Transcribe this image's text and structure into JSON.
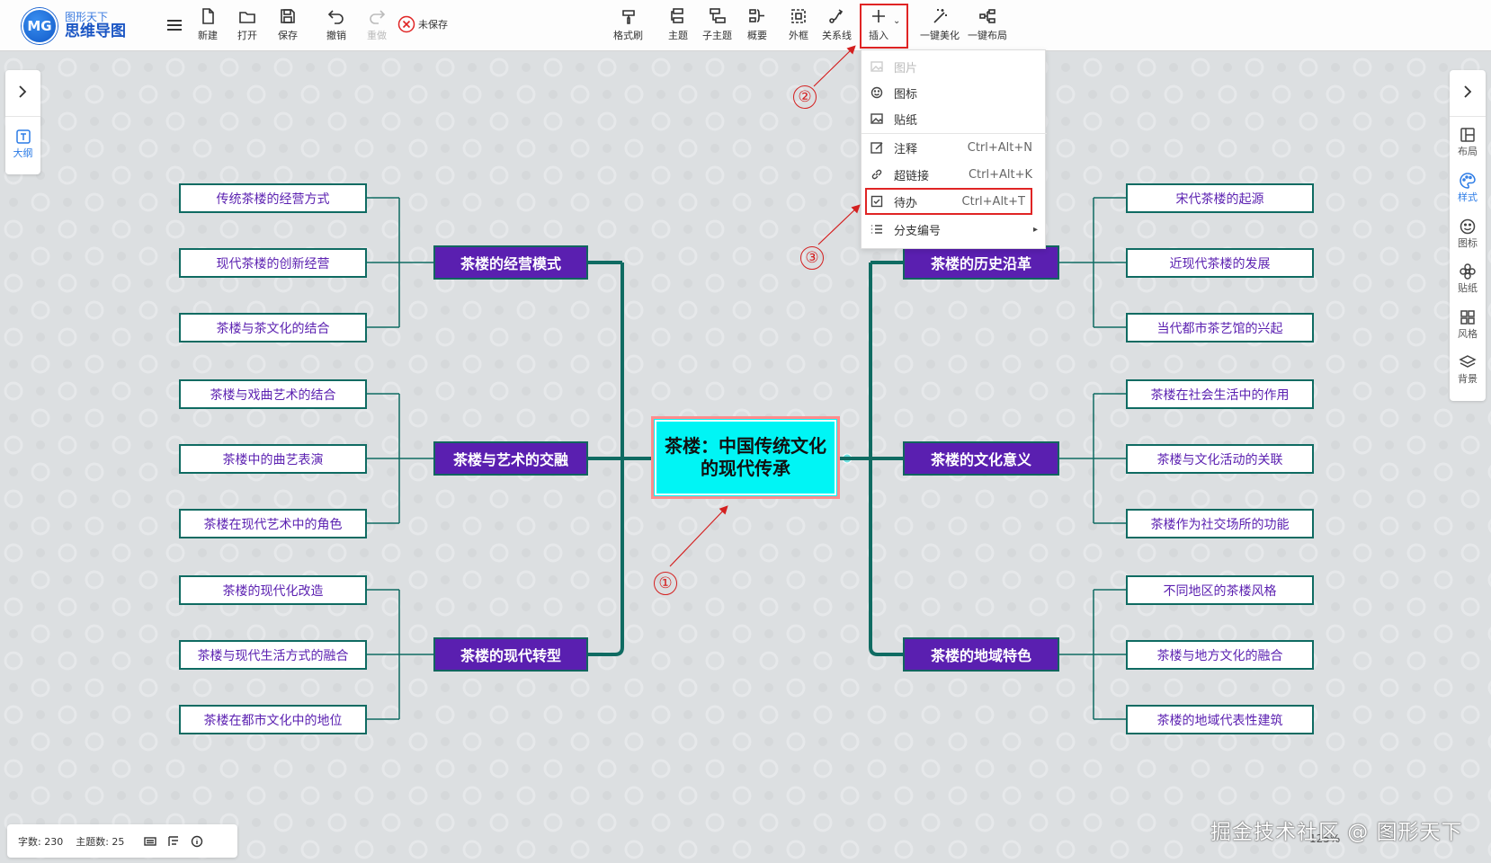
{
  "app": {
    "logo_sub": "图形天下",
    "logo_main": "思维导图",
    "logo_mark": "MG",
    "unsaved": "未保存"
  },
  "toolbar": {
    "new": "新建",
    "open": "打开",
    "save": "保存",
    "undo": "撤销",
    "redo": "重做",
    "format_brush": "格式刷",
    "topic": "主题",
    "subtopic": "子主题",
    "summary": "概要",
    "boundary": "外框",
    "relation": "关系线",
    "insert": "插入",
    "beautify": "一键美化",
    "layout": "一键布局"
  },
  "insert_menu": {
    "items": [
      {
        "label": "图片",
        "shortcut": ""
      },
      {
        "label": "图标",
        "shortcut": ""
      },
      {
        "label": "贴纸",
        "shortcut": ""
      },
      {
        "label": "注释",
        "shortcut": "Ctrl+Alt+N"
      },
      {
        "label": "超链接",
        "shortcut": "Ctrl+Alt+K"
      },
      {
        "label": "待办",
        "shortcut": "Ctrl+Alt+T"
      },
      {
        "label": "分支编号",
        "shortcut": ""
      }
    ]
  },
  "left_panel": {
    "outline": "大纲"
  },
  "right_panel": {
    "items": [
      "布局",
      "样式",
      "图标",
      "贴纸",
      "风格",
      "背景"
    ]
  },
  "mindmap": {
    "root": "茶楼：中国传统文化的现代传承",
    "left": [
      {
        "title": "茶楼的经营模式",
        "children": [
          "传统茶楼的经营方式",
          "现代茶楼的创新经营",
          "茶楼与茶文化的结合"
        ]
      },
      {
        "title": "茶楼与艺术的交融",
        "children": [
          "茶楼与戏曲艺术的结合",
          "茶楼中的曲艺表演",
          "茶楼在现代艺术中的角色"
        ]
      },
      {
        "title": "茶楼的现代转型",
        "children": [
          "茶楼的现代化改造",
          "茶楼与现代生活方式的融合",
          "茶楼在都市文化中的地位"
        ]
      }
    ],
    "right": [
      {
        "title": "茶楼的历史沿革",
        "children": [
          "宋代茶楼的起源",
          "近现代茶楼的发展",
          "当代都市茶艺馆的兴起"
        ]
      },
      {
        "title": "茶楼的文化意义",
        "children": [
          "茶楼在社会生活中的作用",
          "茶楼与文化活动的关联",
          "茶楼作为社交场所的功能"
        ]
      },
      {
        "title": "茶楼的地域特色",
        "children": [
          "不同地区的茶楼风格",
          "茶楼与地方文化的融合",
          "茶楼的地域代表性建筑"
        ]
      }
    ]
  },
  "status": {
    "word_count": "字数: 230",
    "topic_count": "主题数: 25",
    "zoom": "125%"
  },
  "watermark": "掘金技术社区 @ 图形天下",
  "callouts": [
    "①",
    "②",
    "③"
  ],
  "colors": {
    "accent": "#5a1fb0",
    "root_fill": "#00f5f5",
    "line": "#0f6b62",
    "highlight": "#e02424"
  }
}
